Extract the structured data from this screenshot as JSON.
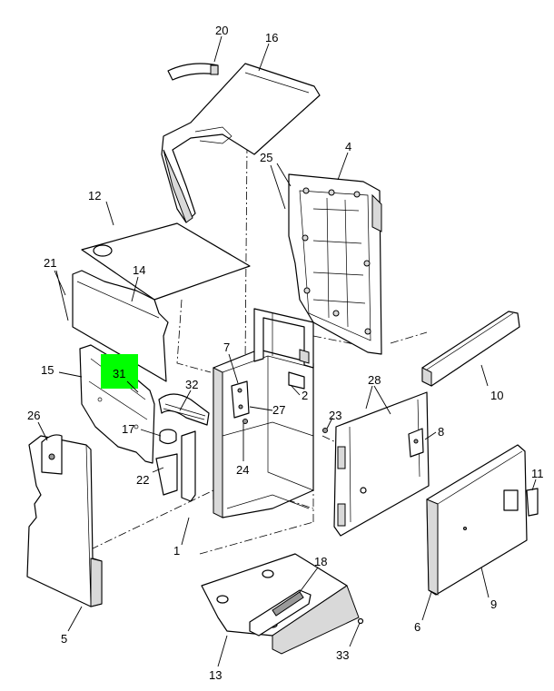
{
  "callouts": [
    {
      "id": "20",
      "label": "20"
    },
    {
      "id": "16",
      "label": "16"
    },
    {
      "id": "25",
      "label": "25"
    },
    {
      "id": "4",
      "label": "4"
    },
    {
      "id": "12",
      "label": "12"
    },
    {
      "id": "21",
      "label": "21"
    },
    {
      "id": "14",
      "label": "14"
    },
    {
      "id": "15",
      "label": "15"
    },
    {
      "id": "31",
      "label": "31",
      "highlighted": true
    },
    {
      "id": "7",
      "label": "7"
    },
    {
      "id": "32",
      "label": "32"
    },
    {
      "id": "2",
      "label": "2"
    },
    {
      "id": "27",
      "label": "27"
    },
    {
      "id": "28",
      "label": "28"
    },
    {
      "id": "10",
      "label": "10"
    },
    {
      "id": "23",
      "label": "23"
    },
    {
      "id": "26",
      "label": "26"
    },
    {
      "id": "17",
      "label": "17"
    },
    {
      "id": "8",
      "label": "8"
    },
    {
      "id": "24",
      "label": "24"
    },
    {
      "id": "22",
      "label": "22"
    },
    {
      "id": "11",
      "label": "11"
    },
    {
      "id": "1",
      "label": "1"
    },
    {
      "id": "18",
      "label": "18"
    },
    {
      "id": "9",
      "label": "9"
    },
    {
      "id": "6",
      "label": "6"
    },
    {
      "id": "5",
      "label": "5"
    },
    {
      "id": "33",
      "label": "33"
    },
    {
      "id": "13",
      "label": "13"
    }
  ],
  "colors": {
    "highlight": "#00ff00",
    "line": "#000000",
    "background": "#ffffff"
  }
}
